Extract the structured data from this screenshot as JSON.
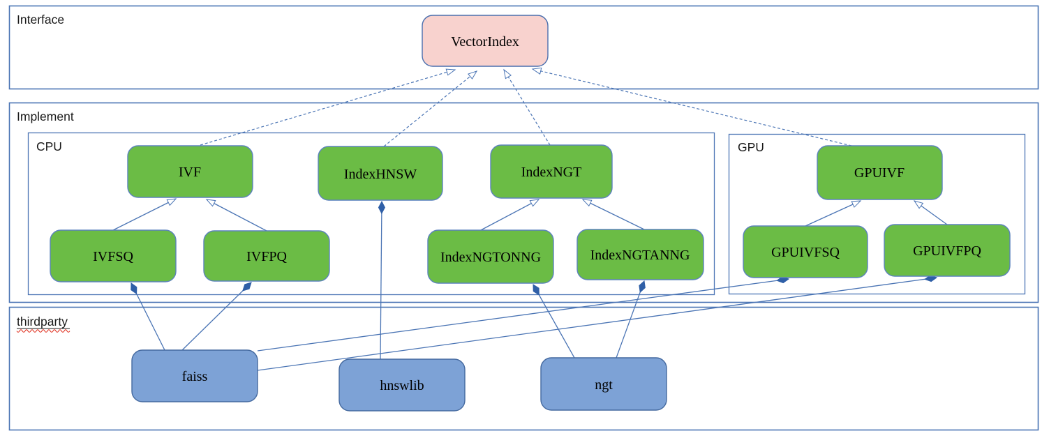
{
  "diagram": {
    "containers": {
      "interface": {
        "label": "Interface"
      },
      "implement": {
        "label": "Implement"
      },
      "cpu": {
        "label": "CPU"
      },
      "gpu": {
        "label": "GPU"
      },
      "thirdparty": {
        "label": "thirdparty",
        "spellcheck_squiggle": true
      }
    },
    "nodes": {
      "vectorindex": {
        "label": "VectorIndex",
        "kind": "interface",
        "group": "Interface"
      },
      "ivf": {
        "label": "IVF",
        "kind": "class",
        "group": "CPU"
      },
      "indexhnsw": {
        "label": "IndexHNSW",
        "kind": "class",
        "group": "CPU"
      },
      "indexngt": {
        "label": "IndexNGT",
        "kind": "class",
        "group": "CPU"
      },
      "ivfsq": {
        "label": "IVFSQ",
        "kind": "class",
        "group": "CPU"
      },
      "ivfpq": {
        "label": "IVFPQ",
        "kind": "class",
        "group": "CPU"
      },
      "indexngtonng": {
        "label": "IndexNGTONNG",
        "kind": "class",
        "group": "CPU"
      },
      "indexngtanng": {
        "label": "IndexNGTANNG",
        "kind": "class",
        "group": "CPU"
      },
      "gpuivf": {
        "label": "GPUIVF",
        "kind": "class",
        "group": "GPU"
      },
      "gpuivfsq": {
        "label": "GPUIVFSQ",
        "kind": "class",
        "group": "GPU"
      },
      "gpuivfpq": {
        "label": "GPUIVFPQ",
        "kind": "class",
        "group": "GPU"
      },
      "faiss": {
        "label": "faiss",
        "kind": "library",
        "group": "thirdparty"
      },
      "hnswlib": {
        "label": "hnswlib",
        "kind": "library",
        "group": "thirdparty"
      },
      "ngt": {
        "label": "ngt",
        "kind": "library",
        "group": "thirdparty"
      }
    },
    "edges": [
      {
        "from": "IVF",
        "to": "VectorIndex",
        "type": "realization"
      },
      {
        "from": "IndexHNSW",
        "to": "VectorIndex",
        "type": "realization"
      },
      {
        "from": "IndexNGT",
        "to": "VectorIndex",
        "type": "realization"
      },
      {
        "from": "GPUIVF",
        "to": "VectorIndex",
        "type": "realization"
      },
      {
        "from": "IVFSQ",
        "to": "IVF",
        "type": "generalization"
      },
      {
        "from": "IVFPQ",
        "to": "IVF",
        "type": "generalization"
      },
      {
        "from": "IndexNGTONNG",
        "to": "IndexNGT",
        "type": "generalization"
      },
      {
        "from": "IndexNGTANNG",
        "to": "IndexNGT",
        "type": "generalization"
      },
      {
        "from": "GPUIVFSQ",
        "to": "GPUIVF",
        "type": "generalization"
      },
      {
        "from": "GPUIVFPQ",
        "to": "GPUIVF",
        "type": "generalization"
      },
      {
        "from": "faiss",
        "to": "IVFSQ",
        "type": "composition"
      },
      {
        "from": "faiss",
        "to": "IVFPQ",
        "type": "composition"
      },
      {
        "from": "faiss",
        "to": "GPUIVFSQ",
        "type": "composition"
      },
      {
        "from": "faiss",
        "to": "GPUIVFPQ",
        "type": "composition"
      },
      {
        "from": "hnswlib",
        "to": "IndexHNSW",
        "type": "composition"
      },
      {
        "from": "ngt",
        "to": "IndexNGTONNG",
        "type": "composition"
      },
      {
        "from": "ngt",
        "to": "IndexNGTANNG",
        "type": "composition"
      }
    ],
    "colors": {
      "class_green_fill": "#6bbc45",
      "interface_pink_fill": "#f8d2ce",
      "library_blue_fill": "#7da2d6",
      "connector_blue": "#4a74b4",
      "diamond_blue": "#2f5fa7",
      "spellcheck_red": "#e03020"
    }
  }
}
